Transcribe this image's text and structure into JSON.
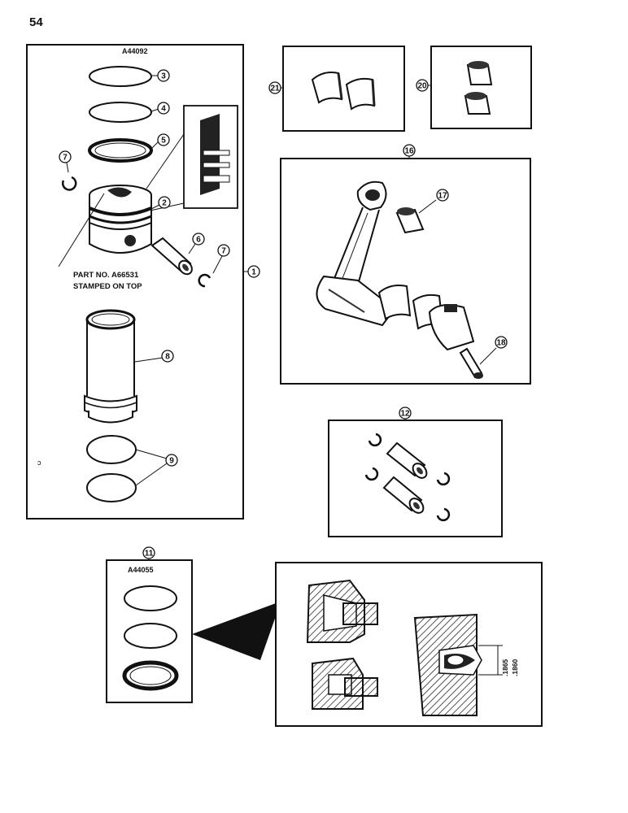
{
  "page_number": "54",
  "panels": {
    "piston_kit": {
      "part_no": "A44092",
      "callout": "1"
    },
    "ring_set": {
      "part_no": "A44055",
      "callout": "11"
    },
    "pin_kit": {
      "callout": "12"
    },
    "connecting_rod": {
      "callout": "16"
    },
    "rod_bearings": {
      "callout": "21"
    },
    "bushings": {
      "callout": "20"
    }
  },
  "callouts": {
    "c2": "2",
    "c3": "3",
    "c4": "4",
    "c5": "5",
    "c6": "6",
    "c7a": "7",
    "c7b": "7",
    "c8": "8",
    "c9": "9",
    "c17": "17",
    "c18": "18"
  },
  "notes": {
    "stamp_line1": "PART NO. A66531",
    "stamp_line2": "STAMPED ON TOP"
  },
  "dimensions": {
    "dim1": ".1865",
    "dim2": ".1860"
  },
  "colors": {
    "ink": "#111111",
    "paper": "#ffffff",
    "shade": "#555555"
  }
}
